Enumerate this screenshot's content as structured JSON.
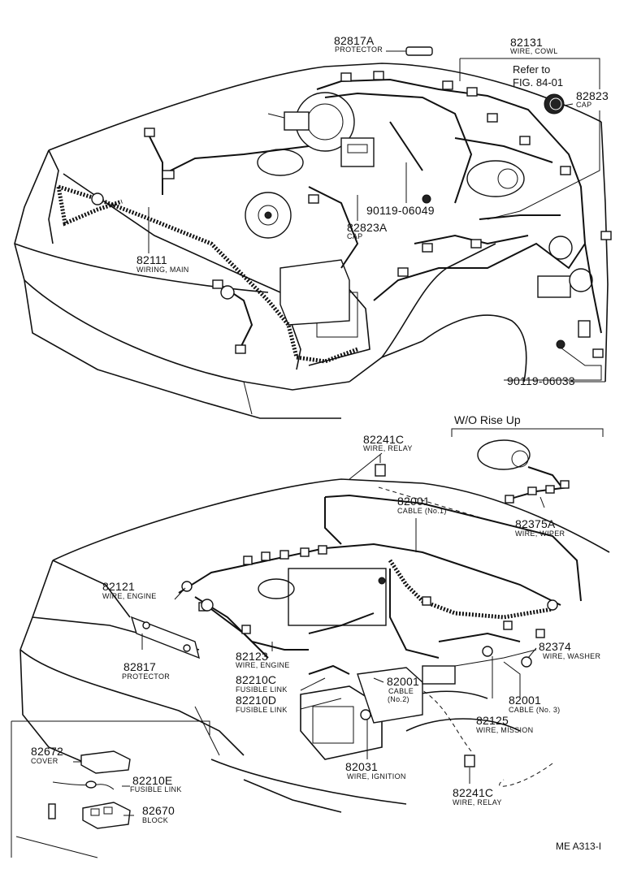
{
  "top": {
    "labels": [
      {
        "pn": "82817A",
        "desc": "PROTECTOR"
      },
      {
        "pn": "82131",
        "desc": "WIRE, COWL"
      },
      {
        "pn": "82823",
        "desc": "CAP"
      },
      {
        "pn": "82823A",
        "desc": "CAP"
      },
      {
        "pn": "82111",
        "desc": "WIRING, MAIN"
      }
    ],
    "ref_line1": "Refer to",
    "ref_line2": "FIG. 84-01",
    "bolt1": "90119-06049",
    "bolt2": "90119-06033"
  },
  "bottom": {
    "wo_rise": "W/O Rise Up",
    "labels": [
      {
        "pn": "82241C",
        "desc": "WIRE, RELAY"
      },
      {
        "pn": "82001",
        "desc": "CABLE (No.1)"
      },
      {
        "pn": "82375A",
        "desc": "WIRE, WIPER"
      },
      {
        "pn": "82121",
        "desc": "WIRE, ENGINE"
      },
      {
        "pn": "82817",
        "desc": "PROTECTOR"
      },
      {
        "pn": "82123",
        "desc": "WIRE, ENGINE"
      },
      {
        "pn": "82210C",
        "desc": "FUSIBLE LINK"
      },
      {
        "pn": "82210D",
        "desc": "FUSIBLE LINK"
      },
      {
        "pn": "82001",
        "desc": "CABLE",
        "desc2": "(No.2)"
      },
      {
        "pn": "82374",
        "desc": "WIRE, WASHER"
      },
      {
        "pn": "82001",
        "desc": "CABLE (No. 3)"
      },
      {
        "pn": "82125",
        "desc": "WIRE, MISSION"
      },
      {
        "pn": "82031",
        "desc": "WIRE, IGNITION"
      },
      {
        "pn": "82241C",
        "desc": "WIRE, RELAY"
      }
    ]
  },
  "inset": {
    "labels": [
      {
        "pn": "82672",
        "desc": "COVER"
      },
      {
        "pn": "82210E",
        "desc": "FUSIBLE LINK"
      },
      {
        "pn": "82670",
        "desc": "BLOCK"
      }
    ]
  },
  "footer": {
    "code": "ME A313-I"
  }
}
